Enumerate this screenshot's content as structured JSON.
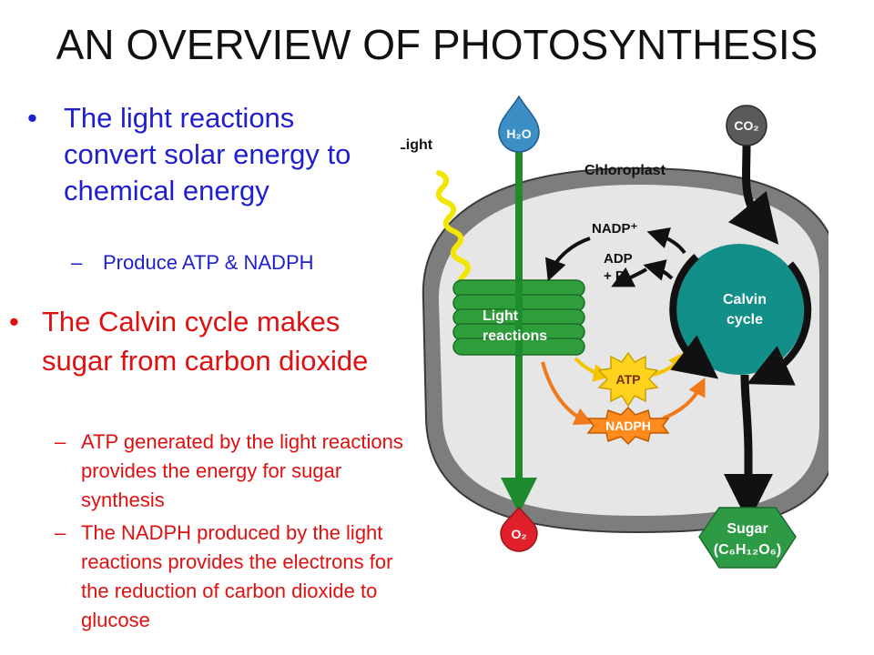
{
  "title": "AN OVERVIEW OF PHOTOSYNTHESIS",
  "bullets": {
    "light": {
      "text": "The light reactions convert solar energy to chemical energy",
      "sub": "Produce ATP & NADPH",
      "color": "#1f1fcf"
    },
    "calvin": {
      "text": "The Calvin cycle makes sugar from carbon dioxide",
      "subs": [
        "ATP generated by the light reactions provides the energy for sugar synthesis",
        "The NADPH produced by the light reactions provides the electrons for the reduction of carbon dioxide to glucose"
      ],
      "color": "#e01010"
    }
  },
  "diagram": {
    "light_label": "Light",
    "chloroplast_label": "Chloroplast",
    "h2o": "H₂O",
    "co2": "CO₂",
    "o2": "O₂",
    "nadp": "NADP⁺",
    "adp_line1": "ADP",
    "adp_line2": "+ P",
    "light_reactions_line1": "Light",
    "light_reactions_line2": "reactions",
    "calvin_line1": "Calvin",
    "calvin_line2": "cycle",
    "atp": "ATP",
    "nadph": "NADPH",
    "sugar_line1": "Sugar",
    "sugar_line2": "(C₆H₁₂O₆)",
    "colors": {
      "water": "#3b8fc4",
      "co2": "#5a5a5a",
      "o2": "#e0202a",
      "thylakoid": "#2e9e3a",
      "calvin": "#138f8a",
      "sugar": "#2d9a45",
      "atp": "#ffd21e",
      "nadph": "#ff8a1e",
      "green_arrow": "#1e8c2e"
    }
  }
}
